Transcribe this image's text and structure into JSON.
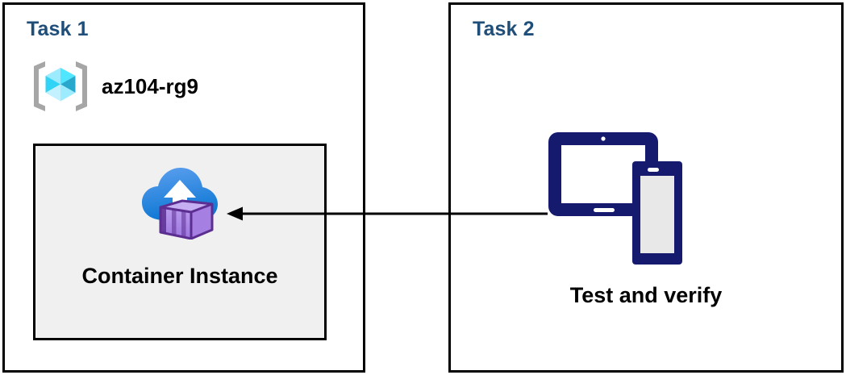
{
  "diagram": {
    "title_color": "#1F4E79",
    "panels": [
      {
        "id": "task-1",
        "title": "Task 1",
        "resource_group": {
          "label": "az104-rg9",
          "icon": "resource-group-cube-icon"
        },
        "resource_box": {
          "label": "Container Instance",
          "icon": "container-instance-icon",
          "fill_color": "#F0F0F0"
        }
      },
      {
        "id": "task-2",
        "title": "Task 2",
        "device": {
          "label": "Test and verify",
          "icon": "tablet-and-phone-icon",
          "icon_color": "#161A6E"
        }
      }
    ],
    "connector": {
      "name": "verify-to-container-arrow",
      "direction": "left",
      "color": "#000000",
      "from": "tablet-and-phone-icon",
      "to": "container-instance-icon"
    }
  }
}
